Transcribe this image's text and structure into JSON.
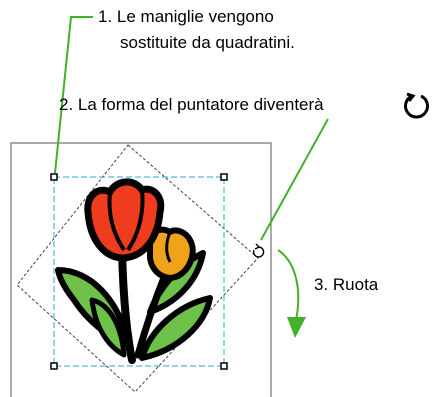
{
  "callouts": {
    "handles_line1": "1. Le maniglie vengono",
    "handles_line2": "sostituite da quadratini.",
    "pointer_shape": "2. La forma del puntatore diventerà",
    "rotate": "3. Ruota"
  },
  "icons": {
    "pointer_icon": "rotate-cursor-icon",
    "rotate_handle": "rotate-handle-icon"
  },
  "colors": {
    "leader_line": "#43b02a",
    "selection_box": "#2aa9c9",
    "tulip_red": "#f03c1e",
    "tulip_orange": "#f0a21a",
    "leaf_green": "#6ec24a",
    "outline": "#000000"
  }
}
